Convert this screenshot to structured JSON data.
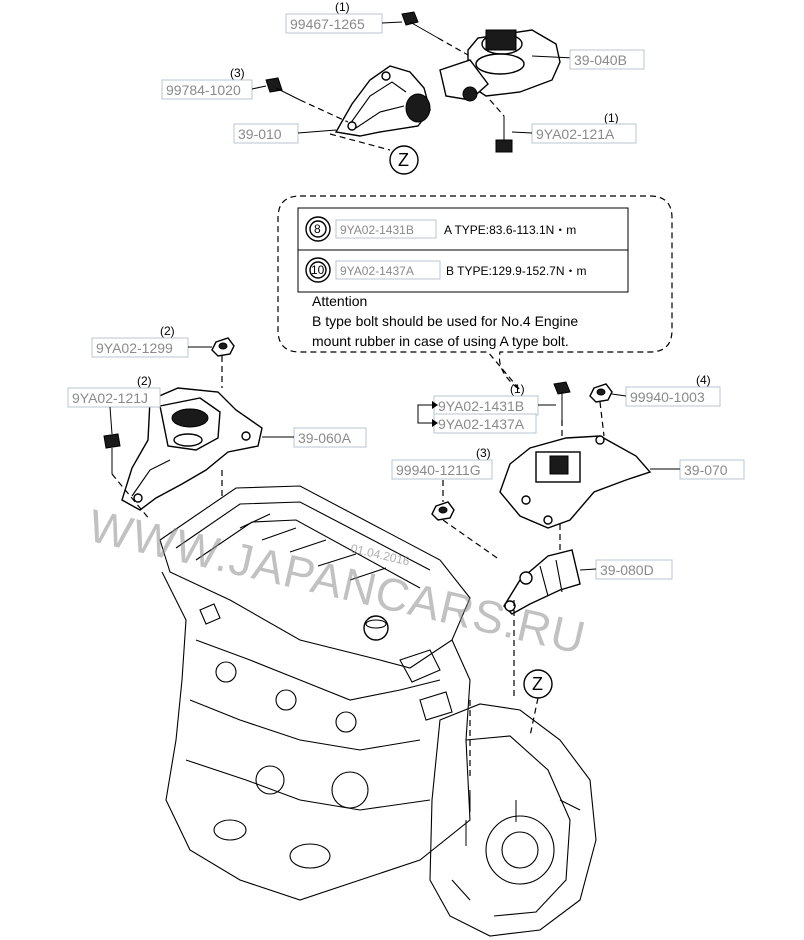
{
  "callouts": {
    "c_99467": {
      "qty": "(1)",
      "part": "99467-1265"
    },
    "c_99784": {
      "qty": "(3)",
      "part": "99784-1020"
    },
    "c_39010": {
      "part": "39-010"
    },
    "c_39040B": {
      "part": "39-040B"
    },
    "c_9YA02_121A": {
      "qty": "(1)",
      "part": "9YA02-121A"
    },
    "c_9YA02_1299": {
      "qty": "(2)",
      "part": "9YA02-1299"
    },
    "c_9YA02_121J": {
      "qty": "(2)",
      "part": "9YA02-121J"
    },
    "c_39060A": {
      "part": "39-060A"
    },
    "c_9YA02_1431B": {
      "qty": "(1)",
      "part": "9YA02-1431B"
    },
    "c_9YA02_1437A": {
      "part": "9YA02-1437A"
    },
    "c_99940_1003": {
      "qty": "(4)",
      "part": "99940-1003"
    },
    "c_99940_1211G": {
      "qty": "(3)",
      "part": "99940-1211G"
    },
    "c_39070": {
      "part": "39-070"
    },
    "c_39080D": {
      "part": "39-080D"
    }
  },
  "torque_note": {
    "row_b": {
      "badge": "8",
      "part": "9YA02-1431B",
      "spec": "A TYPE:83.6-113.1N・m"
    },
    "row_10": {
      "badge": "10",
      "part": "9YA02-1437A",
      "spec": "B TYPE:129.9-152.7N・m"
    },
    "attention_title": "Attention",
    "attention_line1": "B type bolt should be used for No.4 Engine",
    "attention_line2": "mount rubber in case of using A type bolt."
  },
  "view_marks": {
    "top": "Z",
    "bottom": "Z"
  },
  "watermark": {
    "text": "WWW.JAPANCARS.RU",
    "date": "01.04.2016"
  }
}
